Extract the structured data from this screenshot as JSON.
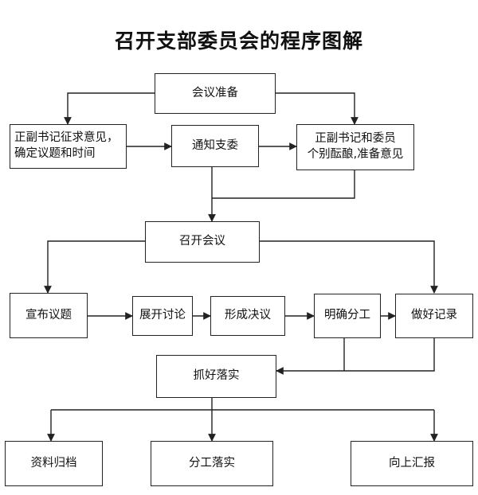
{
  "title": "召开支部委员会的程序图解",
  "nodes": {
    "prepare": "会议准备",
    "solicit": "正副书记征求意见，\n确定议题和时间",
    "notify": "通知支委",
    "consult": "正副书记和委员\n个别酝酿,准备意见",
    "convene": "召开会议",
    "announce": "宣布议题",
    "discuss": "展开讨论",
    "resolve": "形成决议",
    "assign": "明确分工",
    "record": "做好记录",
    "implement": "抓好落实",
    "archive": "资料归档",
    "division": "分工落实",
    "report": "向上汇报"
  }
}
